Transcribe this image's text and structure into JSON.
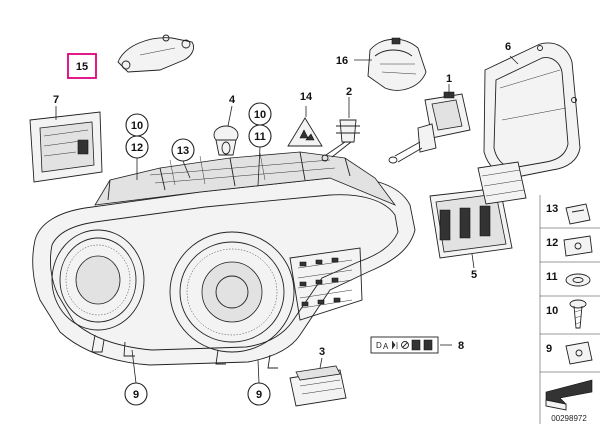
{
  "labels": {
    "l1": "1",
    "l2": "2",
    "l3": "3",
    "l4": "4",
    "l5": "5",
    "l6": "6",
    "l7": "7",
    "l8": "8",
    "l9a": "9",
    "l9b": "9",
    "l10": "10",
    "l10b": "10",
    "l11": "11",
    "l12": "12",
    "l13": "13",
    "l14": "14",
    "l15": "15",
    "l16": "16",
    "s13": "13",
    "s12": "12",
    "s11": "11",
    "s10": "10",
    "s9": "9"
  },
  "label_box": {
    "label": "A",
    "note": "D"
  },
  "doc_number": "00298972",
  "colors": {
    "highlight": "#e0007a",
    "ink": "#222222",
    "fill": "#f3f3f3"
  }
}
